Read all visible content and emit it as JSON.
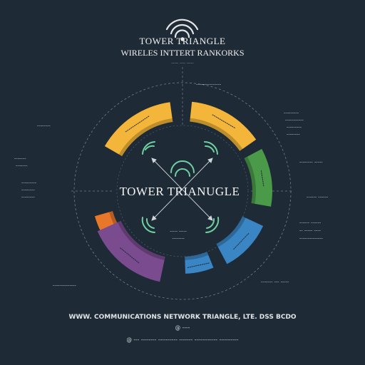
{
  "header": {
    "title": "TOWER TRIANGLE",
    "subtitle": "WIRELES INTTERT RANKORKS",
    "caption": "----- ---- -----"
  },
  "center": {
    "title": "TOWER TRIANUGLE",
    "sub1": "----- -----",
    "sub2": "--------"
  },
  "segments": [
    {
      "name": "orange",
      "color": "#e8772a",
      "label": "----------"
    },
    {
      "name": "yellow-left",
      "color": "#f4b63a",
      "label": "--------------"
    },
    {
      "name": "yellow-right",
      "color": "#f4b63a",
      "label": "-------------"
    },
    {
      "name": "green",
      "color": "#4a9a4a",
      "label": "--------"
    },
    {
      "name": "blue",
      "color": "#3a86c4",
      "label": "-----------"
    },
    {
      "name": "blue-bottom",
      "color": "#3a86c4",
      "label": "-----------"
    },
    {
      "name": "purple",
      "color": "#7a4b8e",
      "label": "------------"
    }
  ],
  "labels": {
    "top_center": "---------------",
    "right_top_1": "---------",
    "right_top_2": "-----------",
    "right_top_3": "---------",
    "right_top_4": "--------",
    "right_mid": "-------- -----",
    "right_center": "------ ------",
    "right_low_1": "------ ------",
    "right_low_2": "-- ----- ----",
    "right_low_3": "--------------",
    "right_bottom": "------- --- -----",
    "left_top": "--------",
    "left_mid_1": "-------",
    "left_mid_2": "-------",
    "left_low_1": "---------",
    "left_low_2": "--------",
    "left_low_3": "--------",
    "left_bottom": "--------------"
  },
  "footer": {
    "line1": "WWW. COMMUNICATIONS NETWORK TRIANGLE, LTE. DSS BCDO",
    "line2": "@ ----",
    "line3": "@ --- -------- ---------- ------- ------------ ----------"
  },
  "colors": {
    "background": "#1e2a35",
    "orange": "#e8772a",
    "yellow": "#f4b63a",
    "green": "#4a9a4a",
    "blue": "#3a86c4",
    "purple": "#7a4b8e",
    "signal": "#6fd0a0"
  },
  "icons": [
    "wifi-signal-icon",
    "signal-wave-icon"
  ]
}
